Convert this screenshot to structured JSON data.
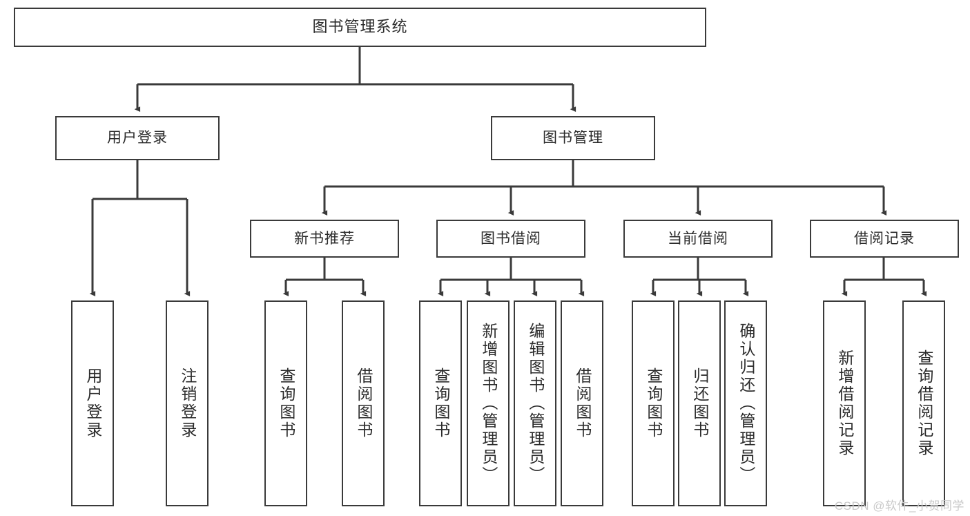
{
  "diagram": {
    "title": "图书管理系统",
    "type": "tree-hierarchy-diagram",
    "watermark": "CSDN @软件_小贺同学",
    "colors": {
      "box_border": "#3a3a3a",
      "box_fill": "#ffffff",
      "connector": "#3a3a3a",
      "text": "#2b2b2b",
      "watermark": "#c9c9c9",
      "background": "#ffffff"
    },
    "root": {
      "label": "图书管理系统"
    },
    "level2": [
      {
        "label": "用户登录"
      },
      {
        "label": "图书管理"
      }
    ],
    "level3": [
      {
        "label": "新书推荐"
      },
      {
        "label": "图书借阅"
      },
      {
        "label": "当前借阅"
      },
      {
        "label": "借阅记录"
      }
    ],
    "leaves": {
      "user_login": [
        {
          "label": "用户登录"
        },
        {
          "label": "注销登录"
        }
      ],
      "new_book_recommend": [
        {
          "label": "查询图书"
        },
        {
          "label": "借阅图书"
        }
      ],
      "book_borrow": [
        {
          "label": "查询图书"
        },
        {
          "label": "新增图书（管理员）"
        },
        {
          "label": "编辑图书（管理员）"
        },
        {
          "label": "借阅图书"
        }
      ],
      "current_borrow": [
        {
          "label": "查询图书"
        },
        {
          "label": "归还图书"
        },
        {
          "label": "确认归还（管理员）"
        }
      ],
      "borrow_record": [
        {
          "label": "新增借阅记录"
        },
        {
          "label": "查询借阅记录"
        }
      ]
    }
  }
}
